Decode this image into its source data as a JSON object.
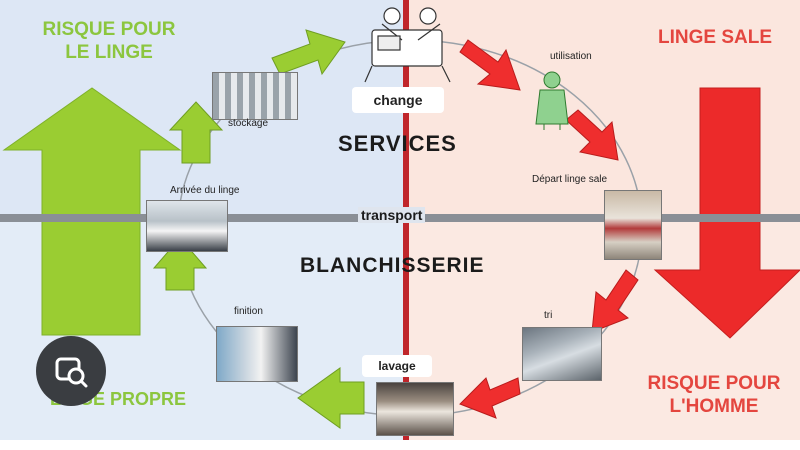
{
  "corners": {
    "top_left": [
      "RISQUE POUR",
      "LE LINGE"
    ],
    "top_right": "LINGE SALE",
    "bottom_left": "LINGE PROPRE",
    "bottom_right": [
      "RISQUE POUR",
      "L'HOMME"
    ]
  },
  "zones": {
    "top": "SERVICES",
    "bottom": "BLANCHISSERIE",
    "divider": "transport"
  },
  "cycle": {
    "change": "change",
    "utilisation": "utilisation",
    "depart": "Départ linge sale",
    "tri": "tri",
    "lavage": "lavage",
    "finition": "finition",
    "arrivee": "Arrivée du linge",
    "stockage": "stockage"
  },
  "colors": {
    "green_arrow": "#9acd32",
    "red_arrow": "#ee2d2d",
    "divider_line": "#c0262b"
  },
  "icons": {
    "search": "image-search-icon"
  }
}
